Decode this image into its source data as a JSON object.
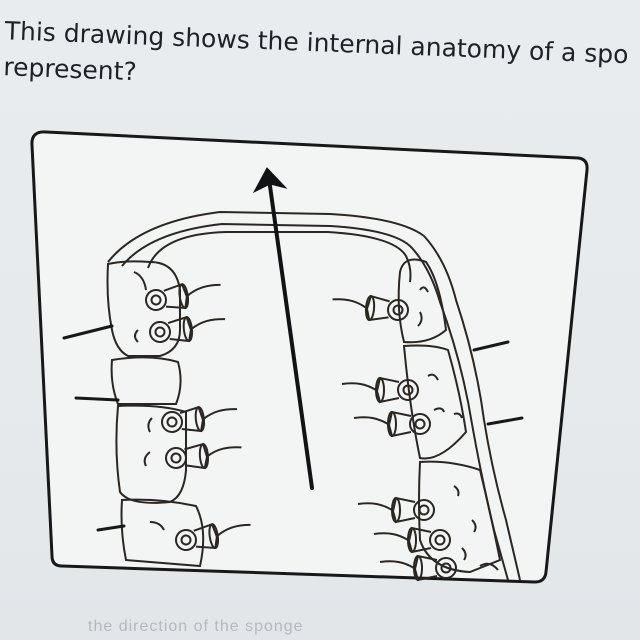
{
  "question": {
    "line1": "This drawing shows the internal anatomy of a spo",
    "line2": "represent?"
  },
  "figure": {
    "alt": "Line drawing of sponge internal anatomy with an arrow pointing upward through the central cavity"
  },
  "answer_choice_partial": "the direction of the sponge",
  "colors": {
    "background": "#e9ecee",
    "frame": "#17181a",
    "line": "#2a2622",
    "text": "#1d2226",
    "faded_text": "#b3b9be"
  }
}
